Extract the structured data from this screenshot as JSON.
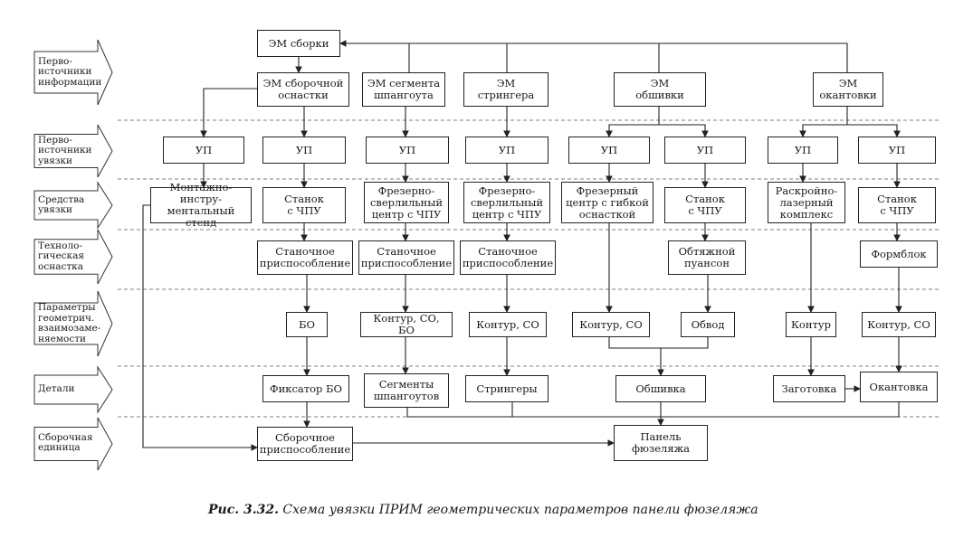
{
  "rows": [
    {
      "id": "r1",
      "label": "Перво-\nисточники\nинформации"
    },
    {
      "id": "r2",
      "label": "Перво-\nисточники\nувязки"
    },
    {
      "id": "r3",
      "label": "Средства\nувязки"
    },
    {
      "id": "r4",
      "label": "Техноло-\nгическая\nоснастка"
    },
    {
      "id": "r5",
      "label": "Параметры\nгеометрич.\nвзаимозаме-\nняемости"
    },
    {
      "id": "r6",
      "label": "Детали"
    },
    {
      "id": "r7",
      "label": "Сборочная\nединица"
    }
  ],
  "nodes": {
    "em_sborki": "ЭМ сборки",
    "em_osnastki": "ЭМ сборочной\nоснастки",
    "em_shpangout": "ЭМ сегмента\nшпангоута",
    "em_stringer": "ЭМ\nстрингера",
    "em_obshivki": "ЭМ\nобшивки",
    "em_okantovki": "ЭМ\nокантовки",
    "up1": "УП",
    "up2": "УП",
    "up3": "УП",
    "up4": "УП",
    "up5": "УП",
    "up6": "УП",
    "up7": "УП",
    "up8": "УП",
    "stend": "Монтажно-инстру-\nментальный стенд",
    "stanok1": "Станок\nс ЧПУ",
    "frez1": "Фрезерно-\nсверлильный\nцентр с ЧПУ",
    "frez2": "Фрезерно-\nсверлильный\nцентр с ЧПУ",
    "frez3": "Фрезерный\nцентр с гибкой\nоснасткой",
    "stanok2": "Станок\nс ЧПУ",
    "raskroy": "Раскройно-\nлазерный\nкомплекс",
    "stanok3": "Станок\nс ЧПУ",
    "prisp1": "Станочное\nприспособление",
    "prisp2": "Станочное\nприспособление",
    "prisp3": "Станочное\nприспособление",
    "puanson": "Обтяжной\nпуансон",
    "formblok": "Формблок",
    "bo": "БО",
    "kontur_so_bo": "Контур, СО, БО",
    "kontur_so1": "Контур, СО",
    "kontur_so2": "Контур, СО",
    "obvod": "Обвод",
    "kontur": "Контур",
    "kontur_so3": "Контур, СО",
    "fiksator": "Фиксатор БО",
    "segmenty": "Сегменты\nшпангоутов",
    "stringery": "Стрингеры",
    "obshivka": "Обшивка",
    "zagotovka": "Заготовка",
    "okantovka": "Окантовка",
    "sbor_prisp": "Сборочное\nприспособление",
    "panel": "Панель\nфюзеляжа"
  },
  "caption": {
    "prefix": "Рис. 3.32.",
    "text": " Схема увязки ПРИМ геометрических параметров панели фюзеляжа"
  }
}
